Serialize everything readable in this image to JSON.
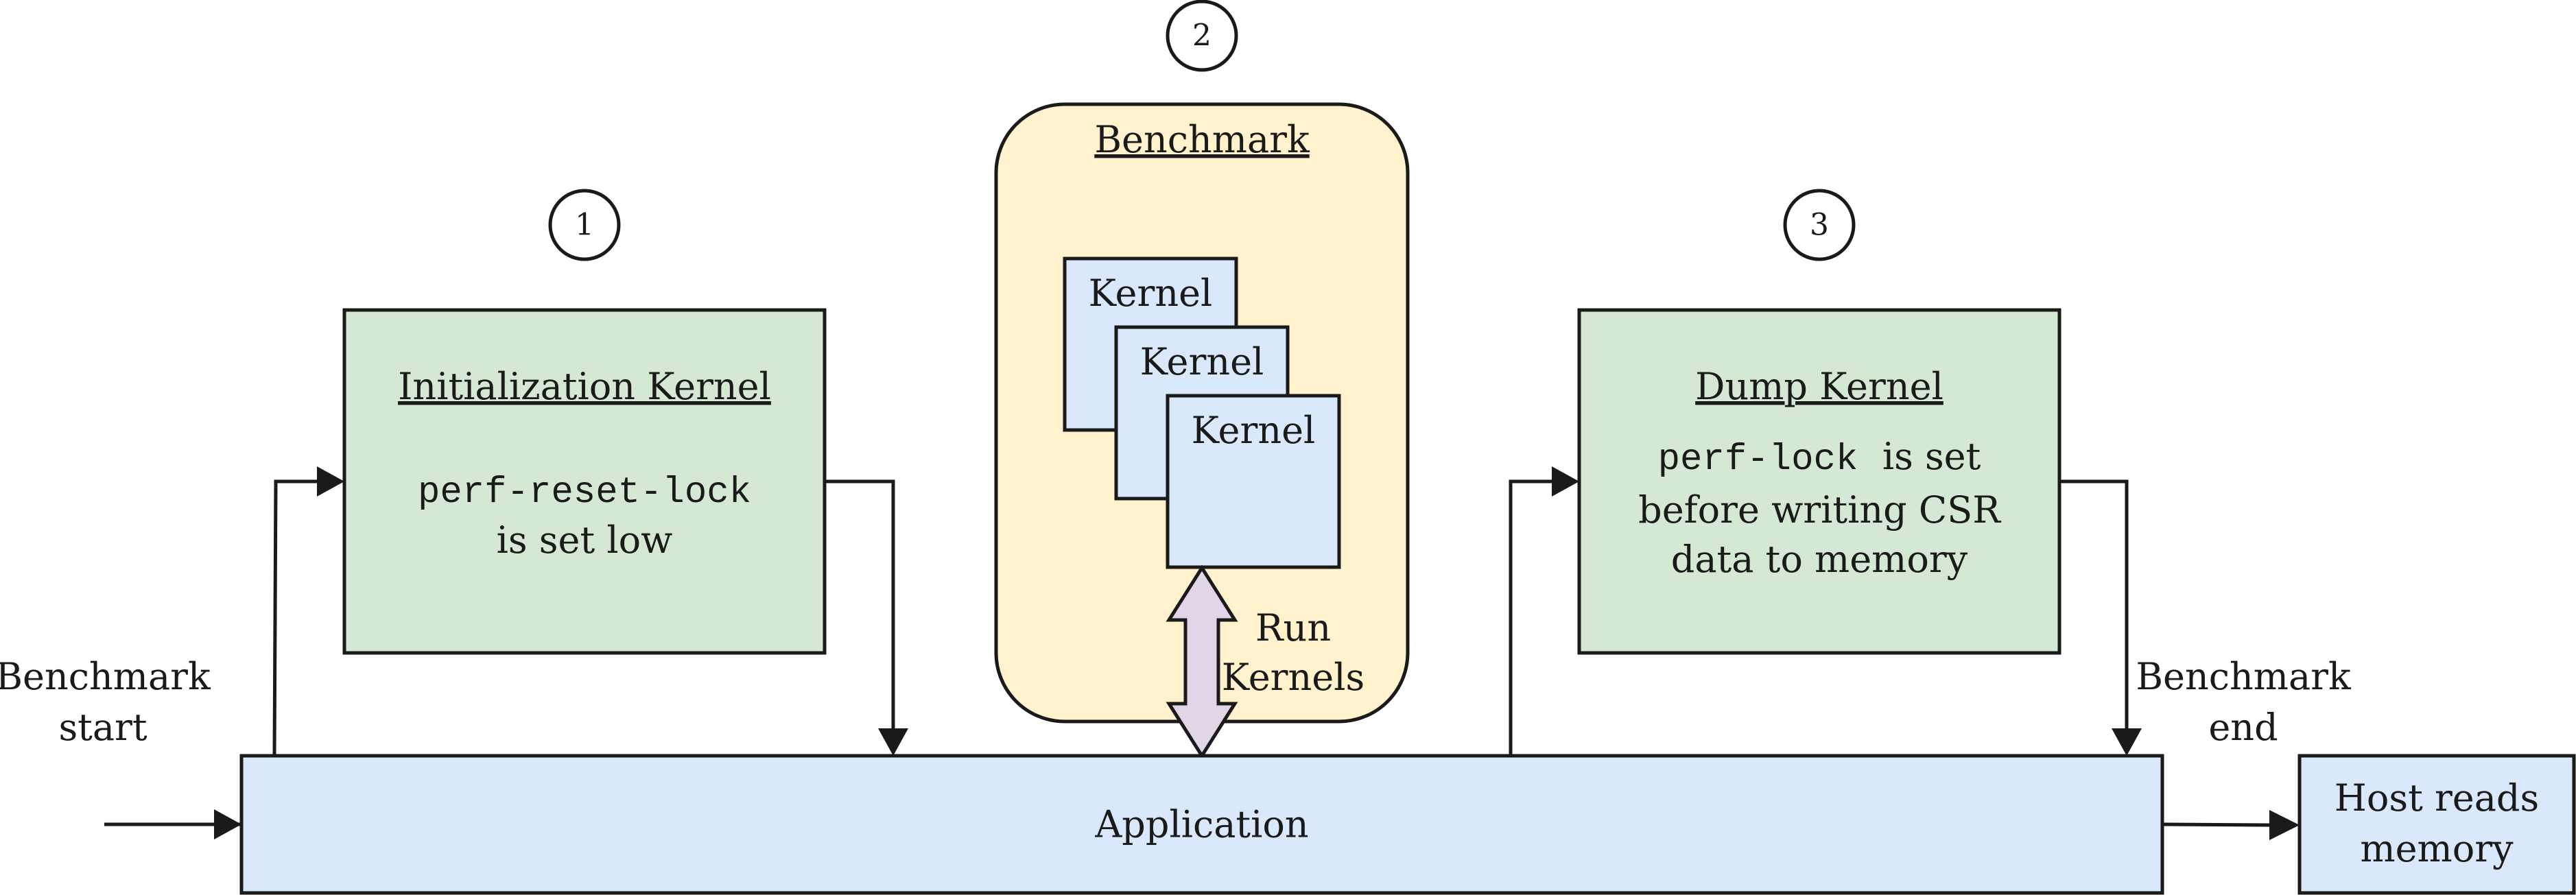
{
  "steps": {
    "one": "1",
    "two": "2",
    "three": "3"
  },
  "init_kernel": {
    "title": "Initialization Kernel",
    "code": "perf-reset-lock",
    "text": "is set low"
  },
  "benchmark": {
    "title": "Benchmark",
    "kernel_label": "Kernel",
    "run_label_1": "Run",
    "run_label_2": "Kernels"
  },
  "dump_kernel": {
    "title": "Dump Kernel",
    "code": "perf-lock",
    "text_1": "is set",
    "text_2": "before writing CSR",
    "text_3": "data to memory"
  },
  "application": {
    "label": "Application"
  },
  "host": {
    "line1": "Host reads",
    "line2": "memory"
  },
  "labels": {
    "bench_start_1": "Benchmark",
    "bench_start_2": "start",
    "bench_end_1": "Benchmark",
    "bench_end_2": "end"
  },
  "colors": {
    "green_box": "#d5e8d4",
    "blue_box": "#dae8fc",
    "yellow_box": "#fff2cc",
    "purple_arrow": "#e1d5e7",
    "stroke": "#1a1a1a"
  }
}
